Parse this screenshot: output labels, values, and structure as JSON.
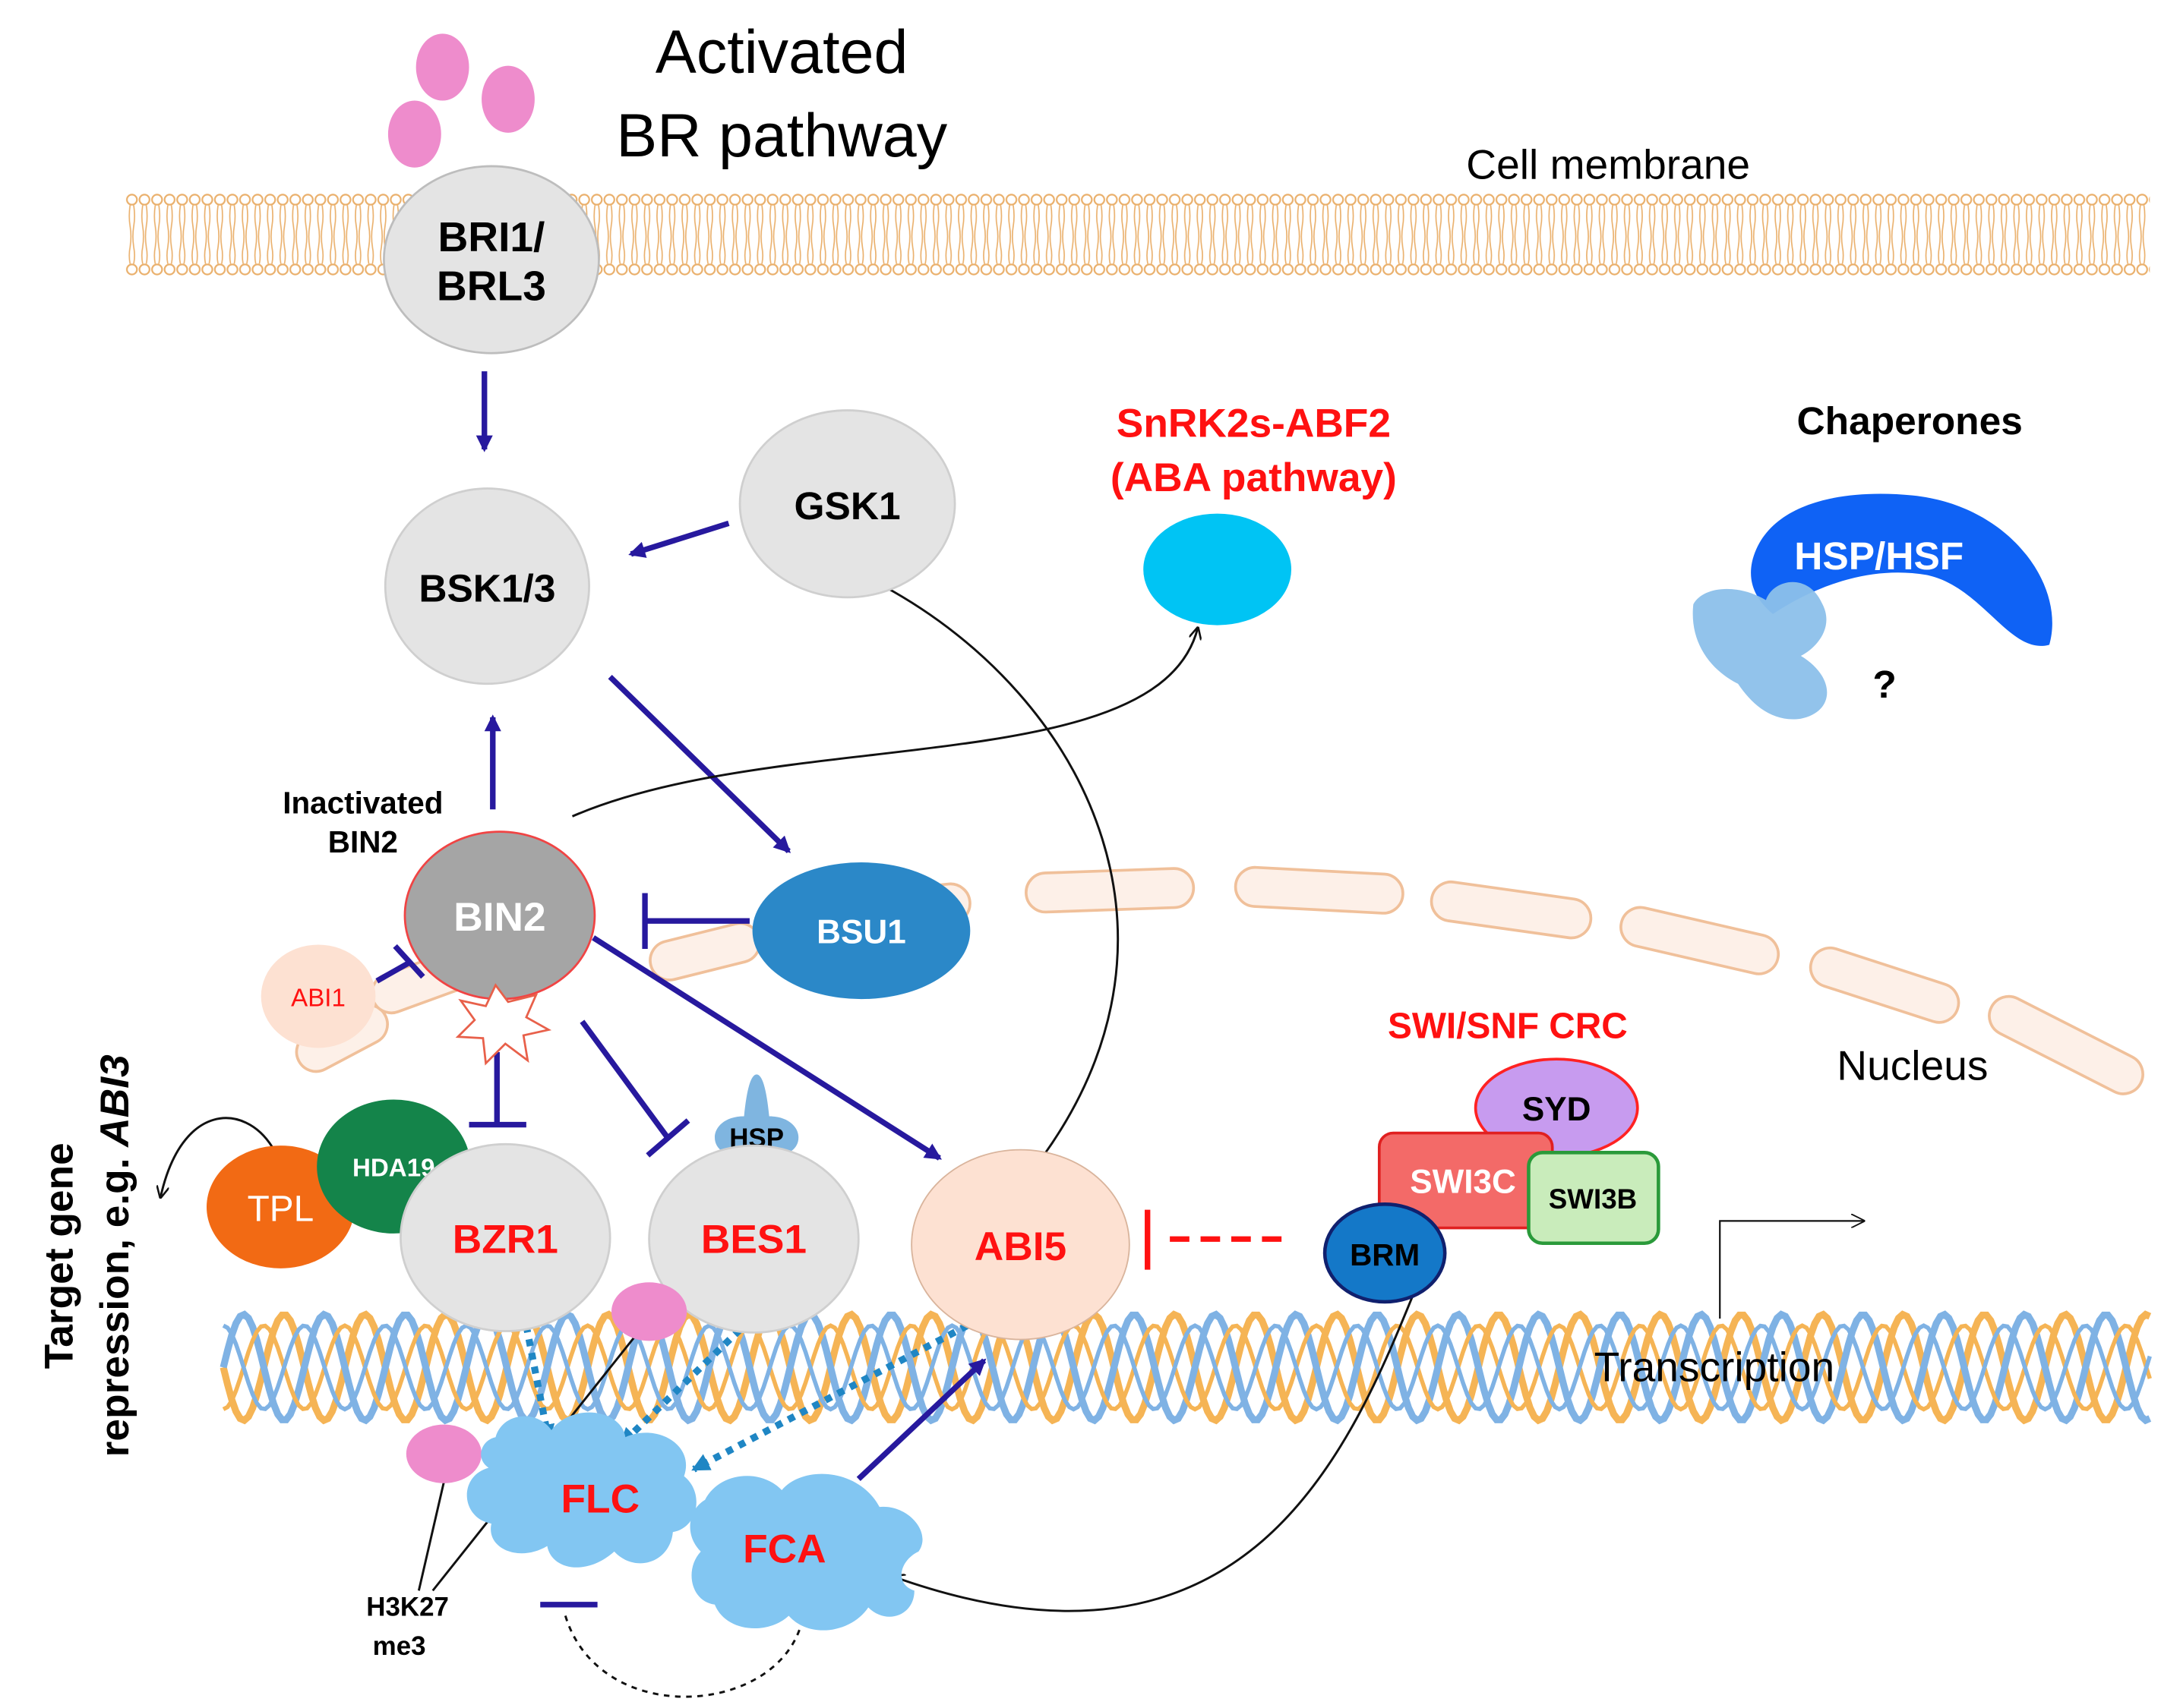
{
  "title": {
    "line1": "Activated",
    "line2": "BR pathway"
  },
  "membrane_label": "Cell membrane",
  "nucleus_label": "Nucleus",
  "transcription_label": "Transcription",
  "side_label": {
    "line1": "Target gene",
    "line2_prefix": "repression, e.g. ",
    "line2_italic": "ABI3"
  },
  "nodes": {
    "bri1": {
      "line1": "BRI1/",
      "line2": "BRL3"
    },
    "bsk": "BSK1/3",
    "gsk1": "GSK1",
    "snrk2": {
      "line1": "SnRK2s-ABF2",
      "line2": "(ABA pathway)"
    },
    "chaperones": "Chaperones",
    "hsp_hsf": "HSP/HSF",
    "question": "?",
    "inactivated_bin2": {
      "line1": "Inactivated",
      "line2": "BIN2"
    },
    "bin2": "BIN2",
    "bsu1": "BSU1",
    "abi1": "ABI1",
    "tpl": "TPL",
    "hda19": "HDA19",
    "bzr1": "BZR1",
    "bes1": "BES1",
    "hsp": "HSP",
    "abi5": "ABI5",
    "swi_snf": "SWI/SNF CRC",
    "syd": "SYD",
    "swi3c": "SWI3C",
    "swi3b": "SWI3B",
    "brm": "BRM",
    "flc": "FLC",
    "fca": "FCA",
    "h3k27": {
      "line1": "H3K27",
      "line2": "me3"
    }
  },
  "colors": {
    "arrow_blue": "#27199e",
    "red_text": "#ff1111",
    "membrane": "#f0b070",
    "dna_orange": "#f5b455",
    "dna_blue": "#7fb2e4",
    "grey_node": "#e4e4e4",
    "bin2": "#a5a5a5",
    "bsu1": "#2b88c8",
    "snrk2_fill": "#00c4f4",
    "hsp_hsf": "#0f62f5",
    "pink": "#ee8ccc",
    "peach": "#fde1d2",
    "tpl": "#f26a14",
    "hda19": "#14844a",
    "flc_fca": "#82c6f2",
    "syd": "#c79bef",
    "swi3c": "#f36a68",
    "swi3b": "#c9ecbb",
    "brm": "#1478c8"
  }
}
